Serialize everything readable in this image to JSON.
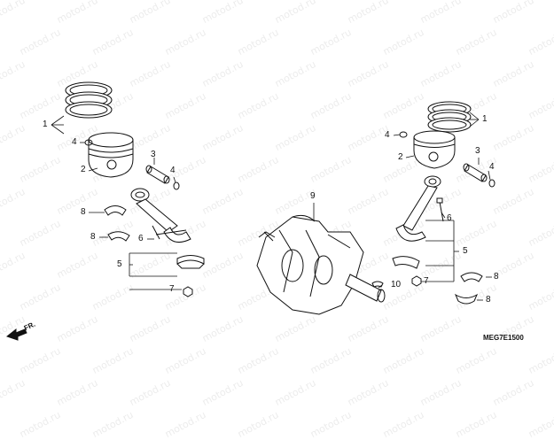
{
  "diagram": {
    "watermark": "motod.ru",
    "diagram_code": "MEG7E1500",
    "front_label": "FR.",
    "callouts": {
      "c1_left": "1",
      "c4_left": "4",
      "c2_left": "2",
      "c3_left": "3",
      "c4b_left": "4",
      "c8a_left": "8",
      "c8b_left": "8",
      "c6_left": "6",
      "c5_left": "5",
      "c7_left": "7",
      "c9": "9",
      "c10": "10",
      "c1_right": "1",
      "c4_right": "4",
      "c2_right": "2",
      "c3_right": "3",
      "c4b_right": "4",
      "c6_right": "6",
      "c5_right": "5",
      "c7_right": "7",
      "c8a_right": "8",
      "c8b_right": "8"
    }
  }
}
